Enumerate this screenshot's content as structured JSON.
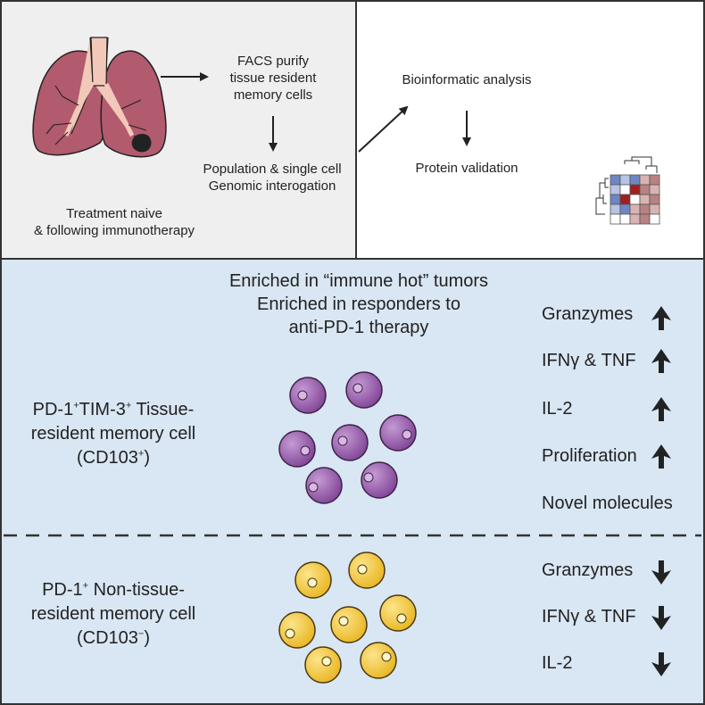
{
  "workflow": {
    "facs_line1": "FACS purify",
    "facs_line2": "tissue resident",
    "facs_line3": "memory cells",
    "genomic_line1": "Population & single cell",
    "genomic_line2": "Genomic interogation",
    "treatment_line1": "Treatment naive",
    "treatment_line2": "& following immunotherapy",
    "bioinformatic": "Bioinformatic analysis",
    "protein": "Protein validation"
  },
  "summary": {
    "line1": "Enriched in “immune hot” tumors",
    "line2": "Enriched in responders to",
    "line3": "anti-PD-1 therapy"
  },
  "trm": {
    "label_a": "PD-1",
    "sup_a": "+",
    "label_b": "TIM-3",
    "sup_b": "+",
    "label_c": " Tissue-",
    "line2": "resident memory cell",
    "line3_a": "(CD103",
    "line3_sup": "+",
    "line3_b": ")",
    "features": [
      {
        "label": "Granzymes",
        "arrow": "up"
      },
      {
        "label": "IFNγ & TNF",
        "arrow": "up"
      },
      {
        "label": "IL-2",
        "arrow": "up"
      },
      {
        "label": "Proliferation",
        "arrow": "up"
      },
      {
        "label": "Novel molecules",
        "arrow": "none"
      }
    ]
  },
  "non_trm": {
    "label_a": "PD-1",
    "sup_a": "+",
    "label_b": " Non-tissue-",
    "line2": "resident memory cell",
    "line3_a": "(CD103",
    "line3_sup": "−",
    "line3_b": ")",
    "features": [
      {
        "label": "Granzymes",
        "arrow": "down"
      },
      {
        "label": "IFNγ & TNF",
        "arrow": "down"
      },
      {
        "label": "IL-2",
        "arrow": "down"
      }
    ]
  },
  "colors": {
    "purple_cell": "#9b5fae",
    "yellow_cell": "#f5cc3a",
    "lung": "#b25a6e",
    "trachea": "#f2c8b8",
    "panel_blue": "#d9e6f3"
  }
}
